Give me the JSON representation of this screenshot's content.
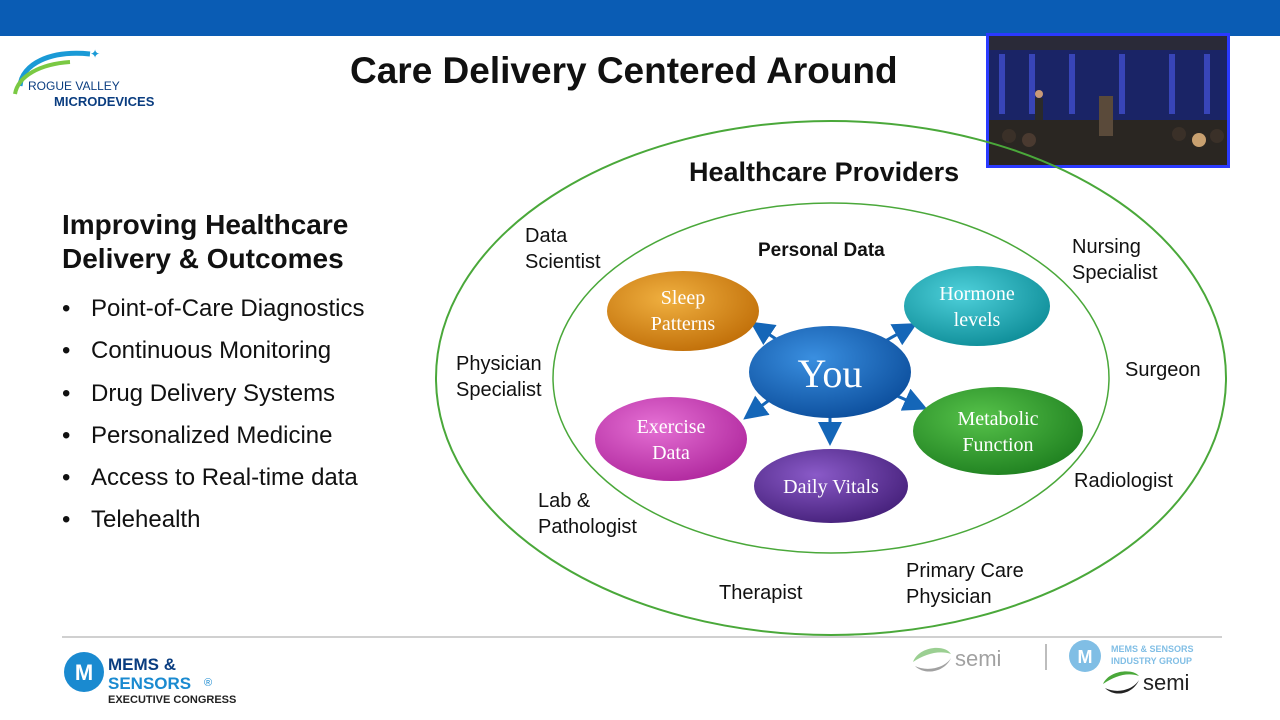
{
  "slide": {
    "title": "Care Delivery Centered Around",
    "left_heading_line1": "Improving Healthcare",
    "left_heading_line2": "Delivery & Outcomes",
    "bullets": [
      "Point-of-Care Diagnostics",
      "Continuous Monitoring",
      "Drug Delivery Systems",
      "Personalized Medicine",
      "Access to Real-time data",
      "Telehealth"
    ],
    "bullet_glyph": "•"
  },
  "logos": {
    "rv_line1": "ROGUE VALLEY",
    "rv_line2": "MICRODEVICES",
    "mems_line1": "MEMS &",
    "mems_line2": "SENSORS",
    "mems_reg": "®",
    "mems_sub": "EXECUTIVE CONGRESS",
    "mems_badge": "M",
    "semi_label": "semi",
    "msig_line1": "MEMS & SENSORS",
    "msig_line2": "INDUSTRY GROUP",
    "msig_badge": "M"
  },
  "diagram": {
    "outer_title": "Healthcare Providers",
    "inner_title": "Personal Data",
    "center_label": "You",
    "providers": {
      "data_scientist_1": "Data",
      "data_scientist_2": "Scientist",
      "nursing_1": "Nursing",
      "nursing_2": "Specialist",
      "physician_1": "Physician",
      "physician_2": "Specialist",
      "surgeon": "Surgeon",
      "lab_1": "Lab &",
      "lab_2": "Pathologist",
      "radiologist": "Radiologist",
      "therapist": "Therapist",
      "primary_1": "Primary Care",
      "primary_2": "Physician"
    },
    "data_nodes": {
      "sleep_1": "Sleep",
      "sleep_2": "Patterns",
      "hormone_1": "Hormone",
      "hormone_2": "levels",
      "exercise_1": "Exercise",
      "exercise_2": "Data",
      "metabolic_1": "Metabolic",
      "metabolic_2": "Function",
      "vitals": "Daily Vitals"
    }
  },
  "colors": {
    "top_bar": "#0a5cb4",
    "ring": "#4aa83a",
    "you": "#1466b8",
    "sleep": "#d98a12",
    "hormone": "#1aa9b5",
    "exercise": "#c63ab0",
    "metabolic": "#2a9a2a",
    "vitals": "#5a2a90",
    "video_border": "#2a3aff"
  }
}
